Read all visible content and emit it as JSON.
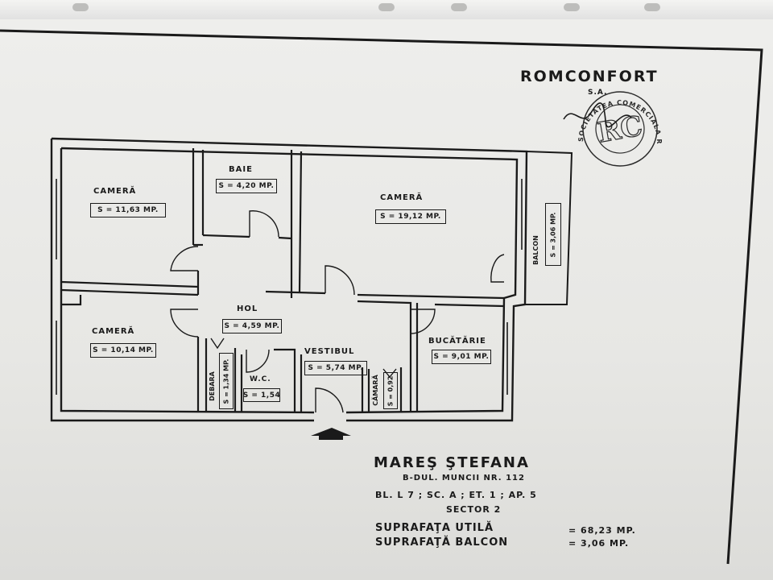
{
  "company": {
    "name": "ROMCONFORT",
    "suffix": "S.A.",
    "stamp_text": "SOCIETATEA COMERCIALA ROMCONFORT",
    "stamp_monogram": "RC"
  },
  "rooms": [
    {
      "name": "CAMERĂ",
      "area": "S = 11,63 MP."
    },
    {
      "name": "BAIE",
      "area": "S = 4,20 MP."
    },
    {
      "name": "CAMERĂ",
      "area": "S = 19,12 MP."
    },
    {
      "name": "BALCON",
      "area": "S = 3,06 MP."
    },
    {
      "name": "HOL",
      "area": "S = 4,59 MP."
    },
    {
      "name": "CAMERĂ",
      "area": "S = 10,14 MP."
    },
    {
      "name": "VESTIBUL",
      "area": "S = 5,74 MP."
    },
    {
      "name": "BUCĂTĂRIE",
      "area": "S = 9,01 MP."
    },
    {
      "name": "W.C.",
      "area": "S = 1,54"
    },
    {
      "name": "DEBARA",
      "area": "S = 1,34 MP."
    },
    {
      "name": "CĂMARĂ",
      "area": "S = 0,92"
    }
  ],
  "owner": {
    "name": "MAREŞ ŞTEFANA",
    "street": "B-DUL. MUNCII NR. 112",
    "building": "BL. L 7 ; SC. A ; ET. 1 ; AP. 5",
    "sector": "SECTOR 2",
    "util_label": "SUPRAFAŢA UTILĂ",
    "util_value": "= 68,23 MP.",
    "balcon_label": "SUPRAFAŢĂ BALCON",
    "balcon_value": "= 3,06 MP."
  }
}
